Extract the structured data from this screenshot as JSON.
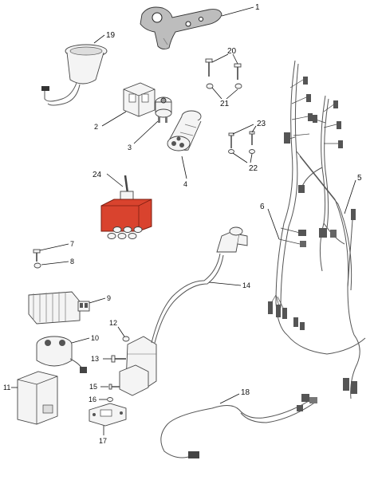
{
  "callouts": {
    "c1": "1",
    "c2": "2",
    "c3": "3",
    "c4": "4",
    "c5": "5",
    "c6": "6",
    "c7": "7",
    "c8": "8",
    "c9": "9",
    "c10": "10",
    "c11": "11",
    "c12": "12",
    "c13": "13",
    "c14": "14",
    "c15": "15",
    "c16": "16",
    "c17": "17",
    "c18": "18",
    "c19": "19",
    "c20": "20",
    "c21": "21",
    "c22": "22",
    "c23": "23",
    "c24": "24"
  },
  "colors": {
    "background": "#ffffff",
    "switch_red": "#d9432e",
    "line": "#111111",
    "part_dark": "#3a3a3a"
  }
}
